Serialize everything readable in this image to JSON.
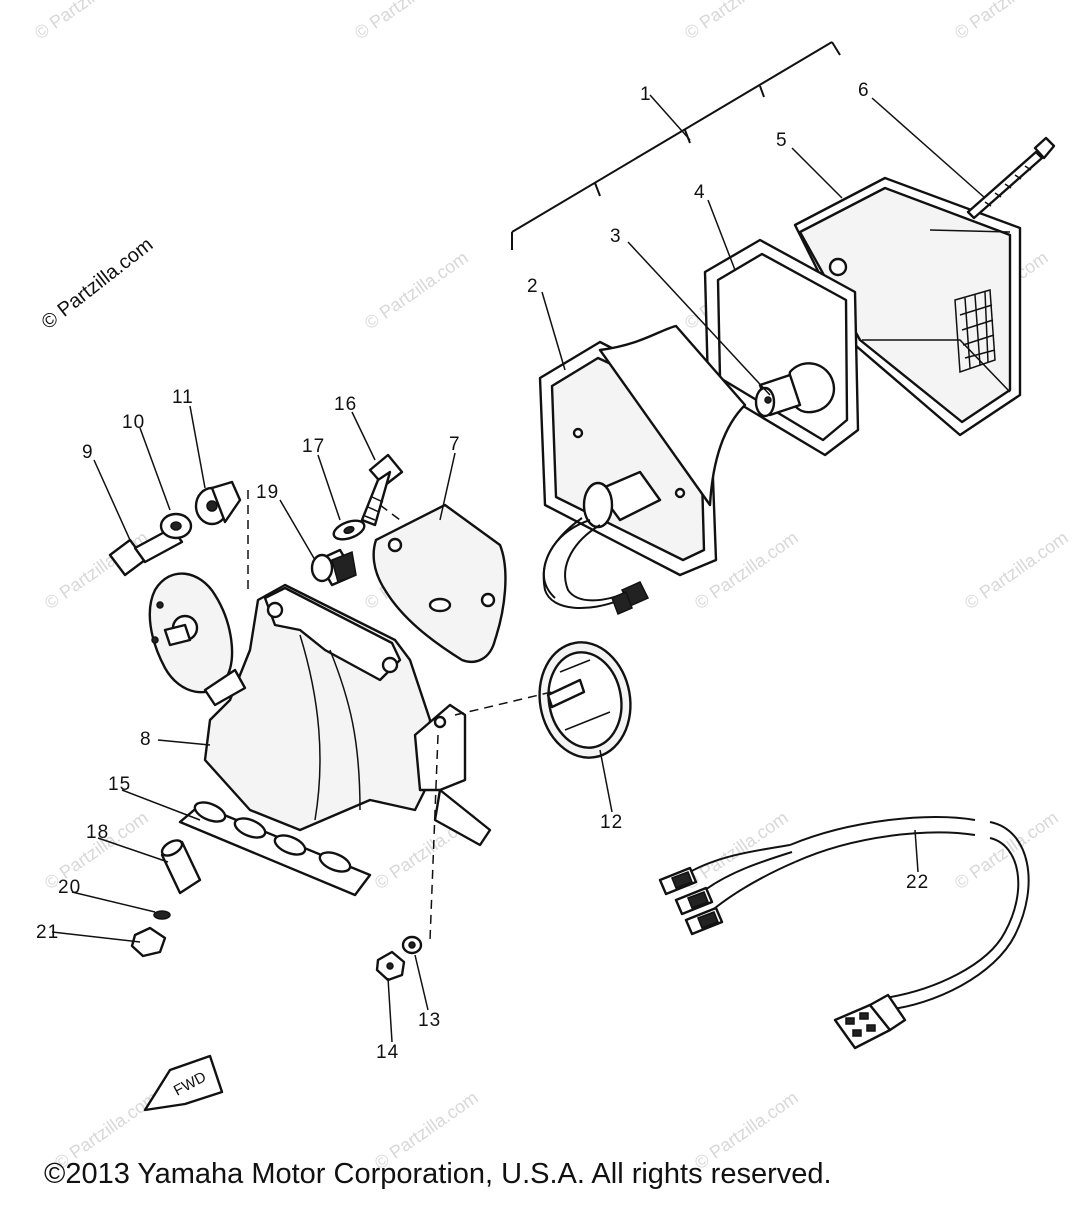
{
  "diagram": {
    "watermark_text": "© Partzilla.com",
    "copyright": "©2013 Yamaha Motor Corporation, U.S.A. All rights reserved.",
    "fwd_label": "FWD",
    "callouts": [
      {
        "id": "1",
        "label": "1"
      },
      {
        "id": "2",
        "label": "2"
      },
      {
        "id": "3",
        "label": "3"
      },
      {
        "id": "4",
        "label": "4"
      },
      {
        "id": "5",
        "label": "5"
      },
      {
        "id": "6",
        "label": "6"
      },
      {
        "id": "7",
        "label": "7"
      },
      {
        "id": "8",
        "label": "8"
      },
      {
        "id": "9",
        "label": "9"
      },
      {
        "id": "10",
        "label": "10"
      },
      {
        "id": "11",
        "label": "11"
      },
      {
        "id": "12",
        "label": "12"
      },
      {
        "id": "13",
        "label": "13"
      },
      {
        "id": "14",
        "label": "14"
      },
      {
        "id": "15",
        "label": "15"
      },
      {
        "id": "16",
        "label": "16"
      },
      {
        "id": "17",
        "label": "17"
      },
      {
        "id": "18",
        "label": "18"
      },
      {
        "id": "19",
        "label": "19"
      },
      {
        "id": "20",
        "label": "20"
      },
      {
        "id": "21",
        "label": "21"
      },
      {
        "id": "22",
        "label": "22"
      }
    ]
  }
}
